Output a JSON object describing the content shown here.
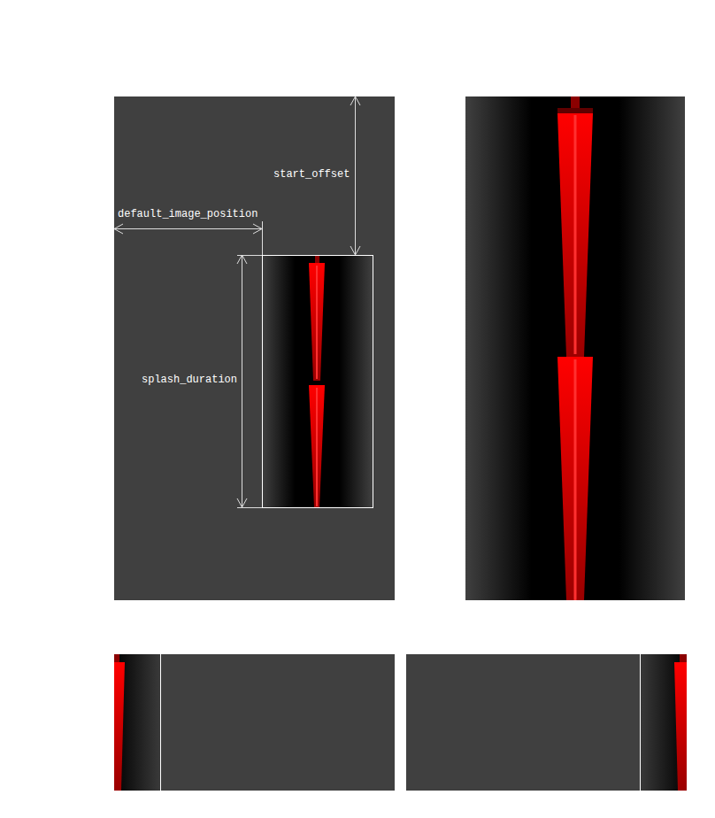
{
  "diagram": {
    "labels": [
      "start_offset",
      "default_image_position",
      "splash_duration"
    ]
  }
}
